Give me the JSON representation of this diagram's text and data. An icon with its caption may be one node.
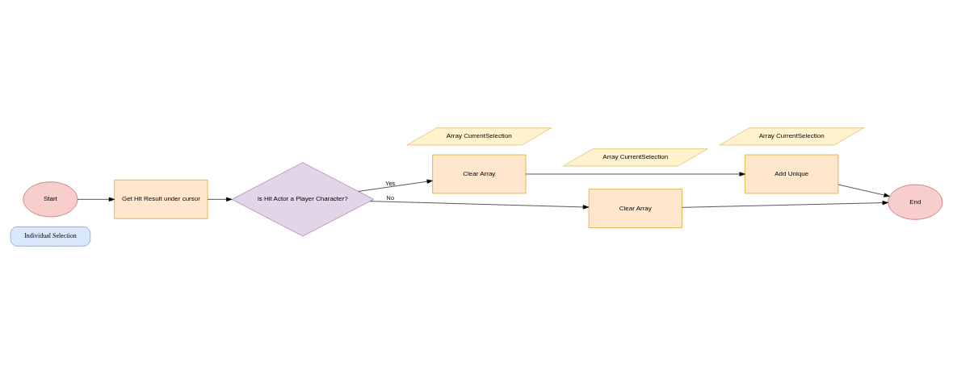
{
  "diagram": {
    "nodes": [
      {
        "text": [
          "Individual Selection"
        ]
      },
      {
        "text": [
          "Start"
        ]
      },
      {
        "text": [
          "Get Hit Result under cursor"
        ]
      },
      {
        "text": [
          "is Hit Actor a Player Character?"
        ]
      },
      {
        "text": [
          "Array CurrentSelection"
        ]
      },
      {
        "text": [
          "Array CurrentSelection"
        ]
      },
      {
        "text": [
          "Clear Array"
        ]
      },
      {
        "text": [
          "Add Unique"
        ]
      },
      {
        "text": [
          "Clear Array"
        ]
      },
      {
        "text": [
          "End"
        ]
      },
      {
        "text": [
          "Array CurrentSelection"
        ]
      }
    ],
    "edges": [
      {
        "from": 1,
        "to": 2,
        "arrow": "to"
      },
      {
        "from": 2,
        "to": 3,
        "arrow": "to"
      },
      {
        "from": 3,
        "to": 6,
        "arrow": "to",
        "label": "Yes"
      },
      {
        "from": 6,
        "to": 7,
        "arrow": "to"
      },
      {
        "from": 7,
        "to": 9,
        "arrow": "to"
      },
      {
        "from": 3,
        "to": 8,
        "arrow": "to",
        "label": "No"
      },
      {
        "from": 8,
        "to": 9,
        "arrow": "to"
      }
    ]
  }
}
